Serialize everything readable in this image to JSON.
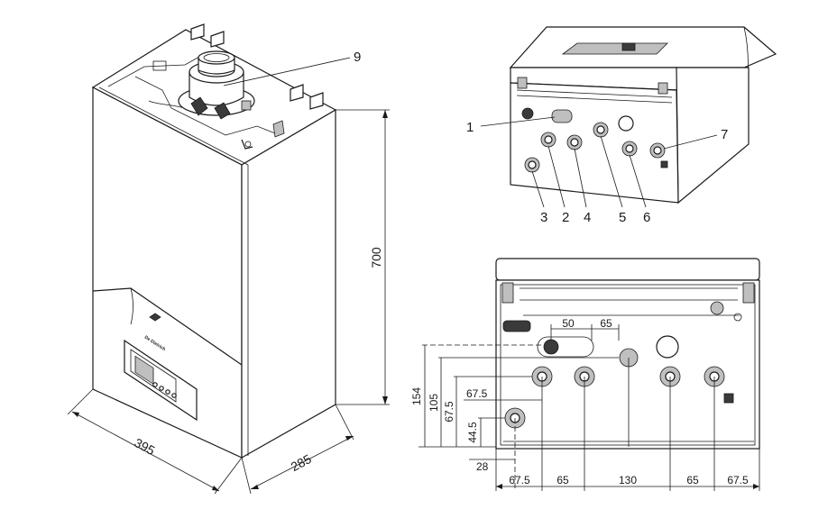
{
  "brand": {
    "logo_text": "De Dietrich"
  },
  "boiler_dims": {
    "width": "395",
    "depth": "285",
    "height": "700"
  },
  "callouts": {
    "c1": "1",
    "c2": "2",
    "c3": "3",
    "c4": "4",
    "c5": "5",
    "c6": "6",
    "c7": "7",
    "c9": "9"
  },
  "bottom_dims": {
    "top_a": "50",
    "top_b": "65",
    "v154": "154",
    "v105": "105",
    "v67_5": "67.5",
    "v44_5": "44.5",
    "h28": "28",
    "b1": "67.5",
    "b2": "65",
    "b3": "130",
    "b4": "65",
    "b5": "67.5"
  }
}
